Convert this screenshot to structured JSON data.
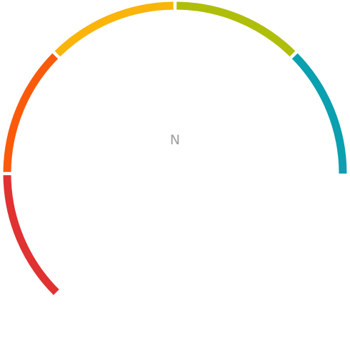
{
  "gauge": {
    "center_text": "N",
    "sweep_degrees": 225,
    "segments": [
      {
        "name": "red-segment",
        "color": "#e03232",
        "span_degrees": 45
      },
      {
        "name": "orange-segment",
        "color": "#fa5a0a",
        "span_degrees": 45
      },
      {
        "name": "amber-segment",
        "color": "#fab40a",
        "span_degrees": 45
      },
      {
        "name": "lime-segment",
        "color": "#afbe0a",
        "span_degrees": 45
      },
      {
        "name": "teal-segment",
        "color": "#0aa0af",
        "span_degrees": 45
      }
    ]
  }
}
